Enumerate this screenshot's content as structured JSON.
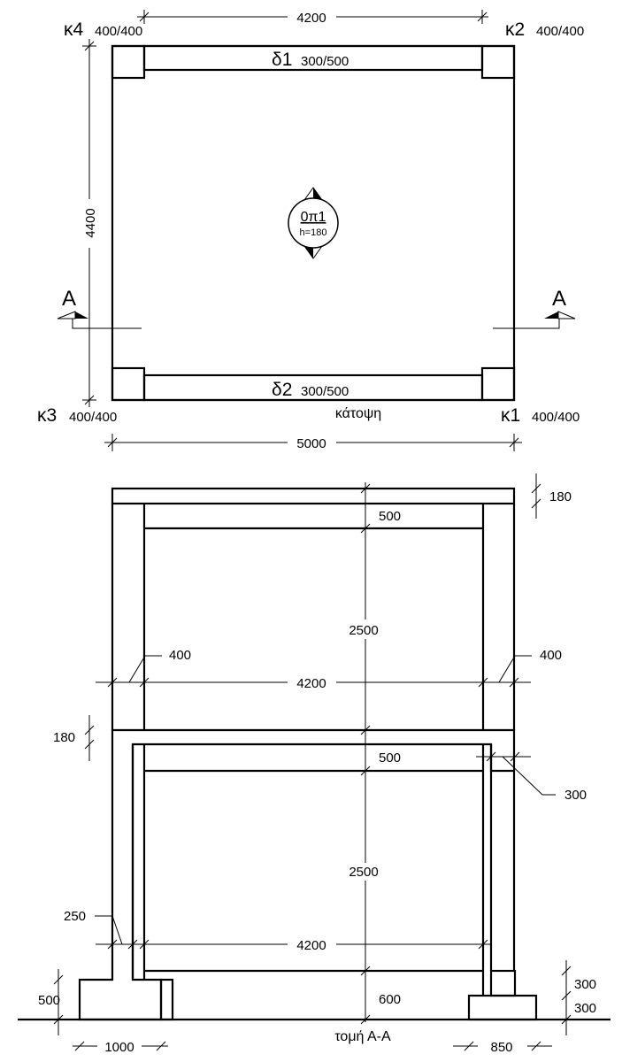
{
  "colors": {
    "slab": "#ccccff",
    "beam": "#ccffcc",
    "column": "#ffcccc",
    "line": "#000000"
  },
  "plan": {
    "title": "κάτοψη",
    "columns": [
      {
        "name": "κ4",
        "size": "400/400"
      },
      {
        "name": "κ2",
        "size": "400/400"
      },
      {
        "name": "κ3",
        "size": "400/400"
      },
      {
        "name": "κ1",
        "size": "400/400"
      }
    ],
    "beams": [
      {
        "name": "δ1",
        "size": "300/500"
      },
      {
        "name": "δ2",
        "size": "300/500"
      }
    ],
    "slab": {
      "name": "0π1",
      "thickness": "h=180"
    },
    "section_marks": [
      "A",
      "A"
    ],
    "dims": {
      "top": "4200",
      "bottom": "5000",
      "left": "4400"
    }
  },
  "section": {
    "title": "τομή Α-Α",
    "dims": {
      "slab_top": "180",
      "slab_mid": "180",
      "beam_upper": "500",
      "beam_lower": "500",
      "height_upper": "2500",
      "height_lower": "2500",
      "span_upper": "4200",
      "span_lower": "4200",
      "col_left_upper": "400",
      "col_right_upper": "400",
      "wall_left": "250",
      "beam_right": "300",
      "foundation_beam": "600",
      "footing_left_h": "500",
      "footing_left_w": "1000",
      "footing_right_w": "850",
      "pedestal_right": "300",
      "footing_right_h": "300"
    }
  }
}
